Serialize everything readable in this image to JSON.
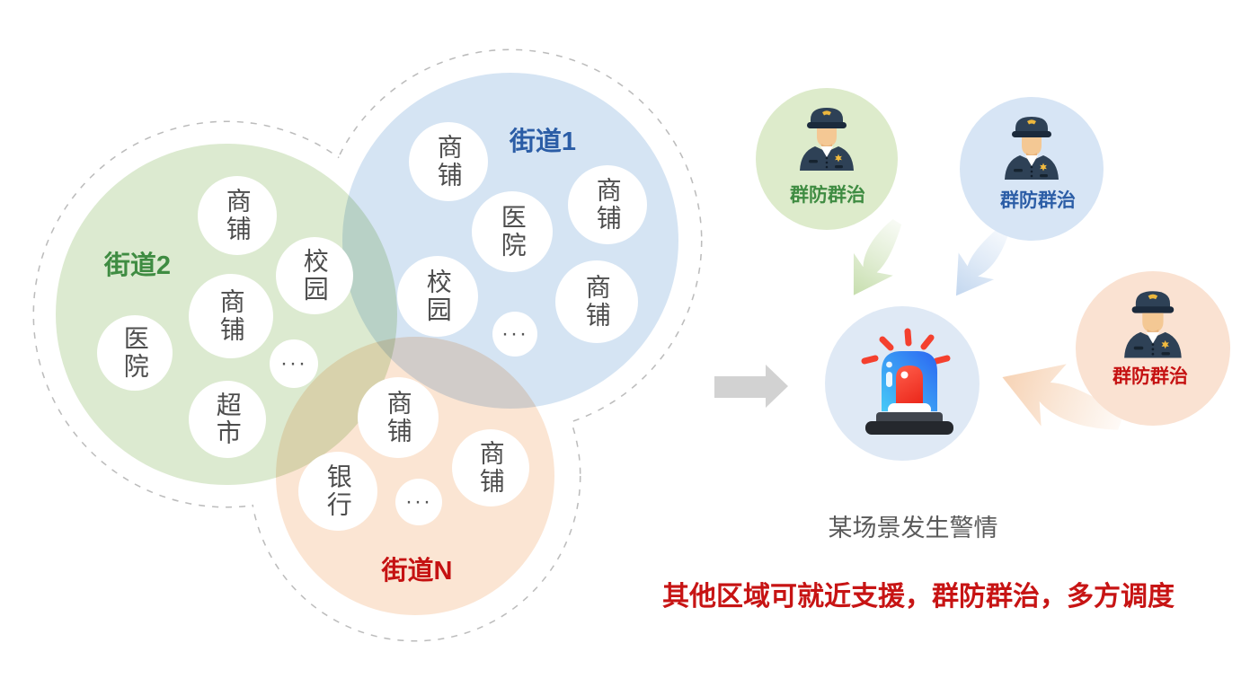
{
  "left_diagram": {
    "streets": [
      {
        "key": "street1",
        "label": "街道1",
        "label_color": "#2b5da6",
        "fill": "#d5e4f3",
        "bubbles": [
          "商铺",
          "医院",
          "商铺",
          "校园",
          "···",
          "商铺"
        ]
      },
      {
        "key": "street2",
        "label": "街道2",
        "label_color": "#3f8c42",
        "fill": "#dcead0",
        "bubbles": [
          "商铺",
          "校园",
          "商铺",
          "医院",
          "···",
          "超市"
        ]
      },
      {
        "key": "streetN",
        "label": "街道N",
        "label_color": "#c51212",
        "fill": "#fbe5d3",
        "bubbles": [
          "商铺",
          "商铺",
          "银行",
          "···"
        ]
      }
    ]
  },
  "right_diagram": {
    "teams": [
      {
        "key": "green",
        "label": "群防群治",
        "label_color": "#3f8c42",
        "fill": "#ddebcb"
      },
      {
        "key": "blue",
        "label": "群防群治",
        "label_color": "#2b5da6",
        "fill": "#d7e5f5"
      },
      {
        "key": "orange",
        "label": "群防群治",
        "label_color": "#c51212",
        "fill": "#fae2d2"
      }
    ],
    "alarm_circle_fill": "#dfe9f5",
    "alarm_caption": "某场景发生警情",
    "conclusion": "其他区域可就近支援，群防群治，多方调度"
  },
  "colors": {
    "dashed_outline": "#bcbcbc",
    "gray_arrow": "#d2d2d2",
    "caption_text": "#5a5a5a",
    "conclusion_text": "#c71414",
    "bubble_text": "#4d4d4d",
    "swoosh_green": "#b9d69a",
    "swoosh_blue": "#b4cdeb",
    "swoosh_orange": "#f5cba8"
  },
  "icons": {
    "police_officer": "police-officer-icon",
    "siren": "alarm-siren-icon",
    "gray_arrow": "arrow-right-icon",
    "swoosh": "curved-arrow-icon"
  }
}
